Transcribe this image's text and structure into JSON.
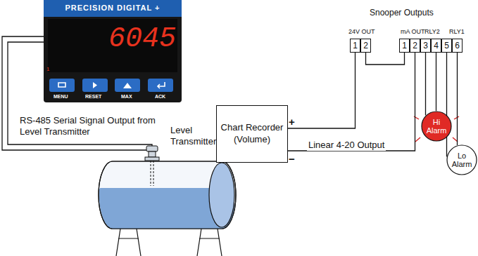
{
  "diagram": {
    "nodes": [
      {
        "text": [
          "PRECISION DIGITAL +",
          "6045"
        ]
      },
      {
        "text": [
          "Chart Recorder (Volume)"
        ]
      },
      {
        "text": [
          "1"
        ]
      },
      {
        "text": [
          "2"
        ]
      },
      {
        "text": [
          "1"
        ]
      },
      {
        "text": [
          "2"
        ]
      },
      {
        "text": [
          "3"
        ]
      },
      {
        "text": [
          "4"
        ]
      },
      {
        "text": [
          "5"
        ]
      },
      {
        "text": [
          "6"
        ]
      },
      {
        "text": [
          "Hi Alarm"
        ]
      },
      {
        "text": [
          "Lo Alarm"
        ]
      }
    ],
    "edges": [
      {
        "from": 2,
        "to": 1,
        "arrow": "none"
      },
      {
        "from": 3,
        "to": 4,
        "arrow": "none"
      },
      {
        "from": 5,
        "to": 1,
        "label": "Linear 4-20 Output",
        "arrow": "none"
      },
      {
        "from": 6,
        "to": 10,
        "arrow": "none"
      },
      {
        "from": 7,
        "to": 10,
        "arrow": "none"
      },
      {
        "from": 8,
        "to": 11,
        "arrow": "none"
      },
      {
        "from": 9,
        "to": 11,
        "arrow": "none"
      }
    ],
    "labels": [
      "Snooper Outputs",
      "24V OUT",
      "mA OUT",
      "RLY2",
      "RLY1",
      "+",
      "−",
      "RS-485 Serial Signal Output from Level Transmitter",
      "Level Transmitter",
      "MENU",
      "RESET",
      "MAX",
      "ACK",
      "1"
    ]
  }
}
